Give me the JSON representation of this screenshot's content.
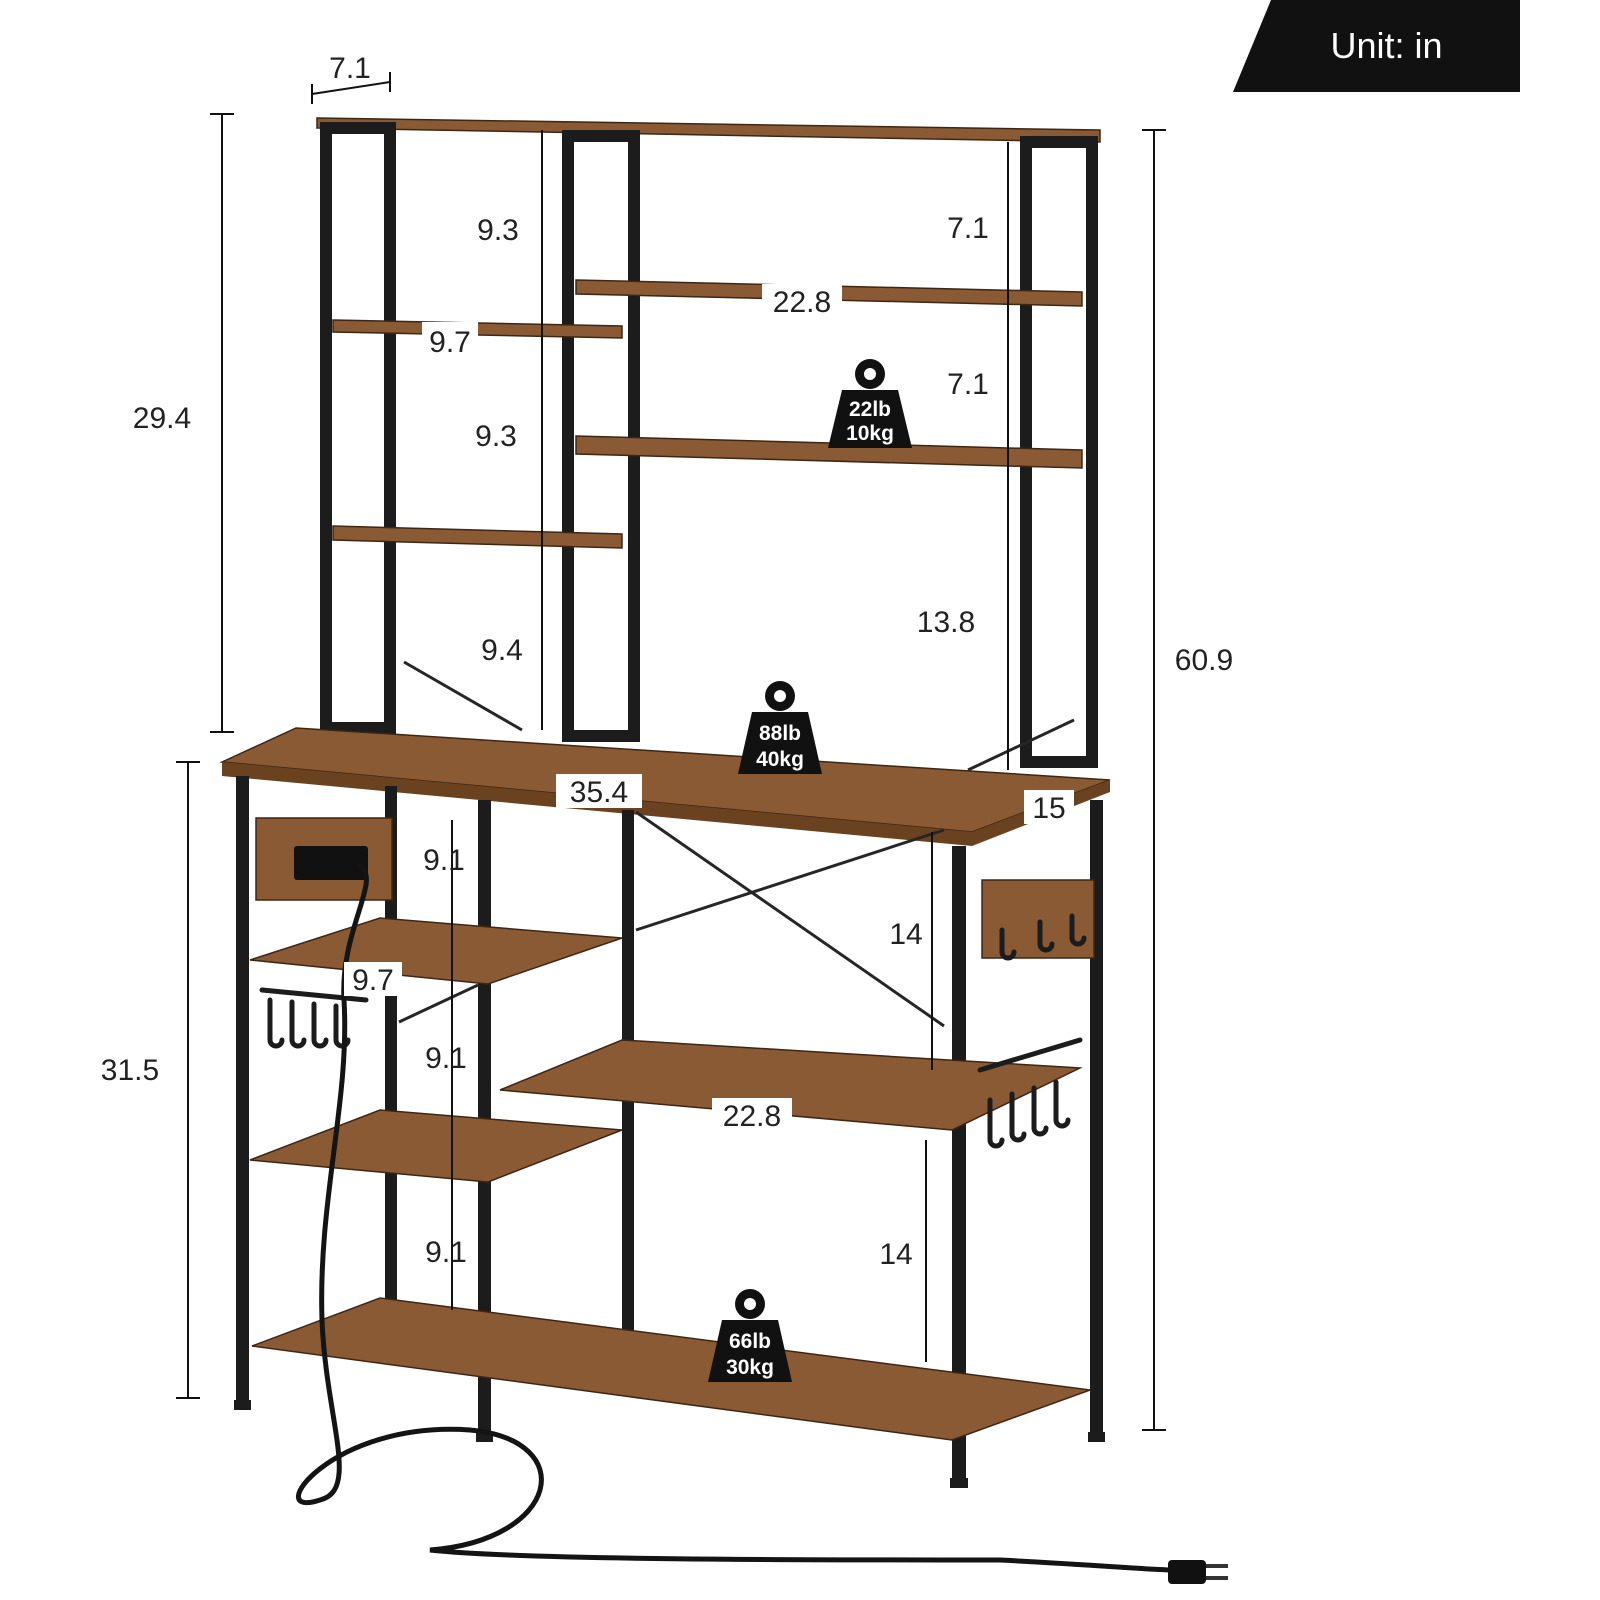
{
  "unit_label": "Unit: in",
  "dimensions": {
    "top_depth": "7.1",
    "upper_height": "29.4",
    "lower_height": "31.5",
    "total_height": "60.9",
    "left_upper_gap_1": "9.3",
    "left_upper_gap_2": "9.3",
    "left_upper_gap_3": "9.4",
    "left_upper_shelf_width": "9.7",
    "right_upper_gap_1": "7.1",
    "right_upper_gap_2": "7.1",
    "right_upper_gap_3": "13.8",
    "right_upper_shelf_width": "22.8",
    "desk_width": "35.4",
    "desk_depth": "15",
    "left_lower_gap_1": "9.1",
    "left_lower_gap_2": "9.1",
    "left_lower_gap_3": "9.1",
    "left_lower_shelf_width": "9.7",
    "right_lower_gap_1": "14",
    "right_lower_gap_2": "14",
    "right_lower_shelf_width": "22.8"
  },
  "load_badges": {
    "upper_shelf": {
      "lb": "22lb",
      "kg": "10kg"
    },
    "desk": {
      "lb": "88lb",
      "kg": "40kg"
    },
    "bottom_shelf": {
      "lb": "66lb",
      "kg": "30kg"
    }
  },
  "colors": {
    "wood": "#8a5a34",
    "frame": "#1c1c1c",
    "badge": "#111111",
    "banner": "#111111"
  },
  "icons": [
    "weight-icon",
    "power-strip-icon",
    "plug-icon",
    "hook-icon"
  ]
}
